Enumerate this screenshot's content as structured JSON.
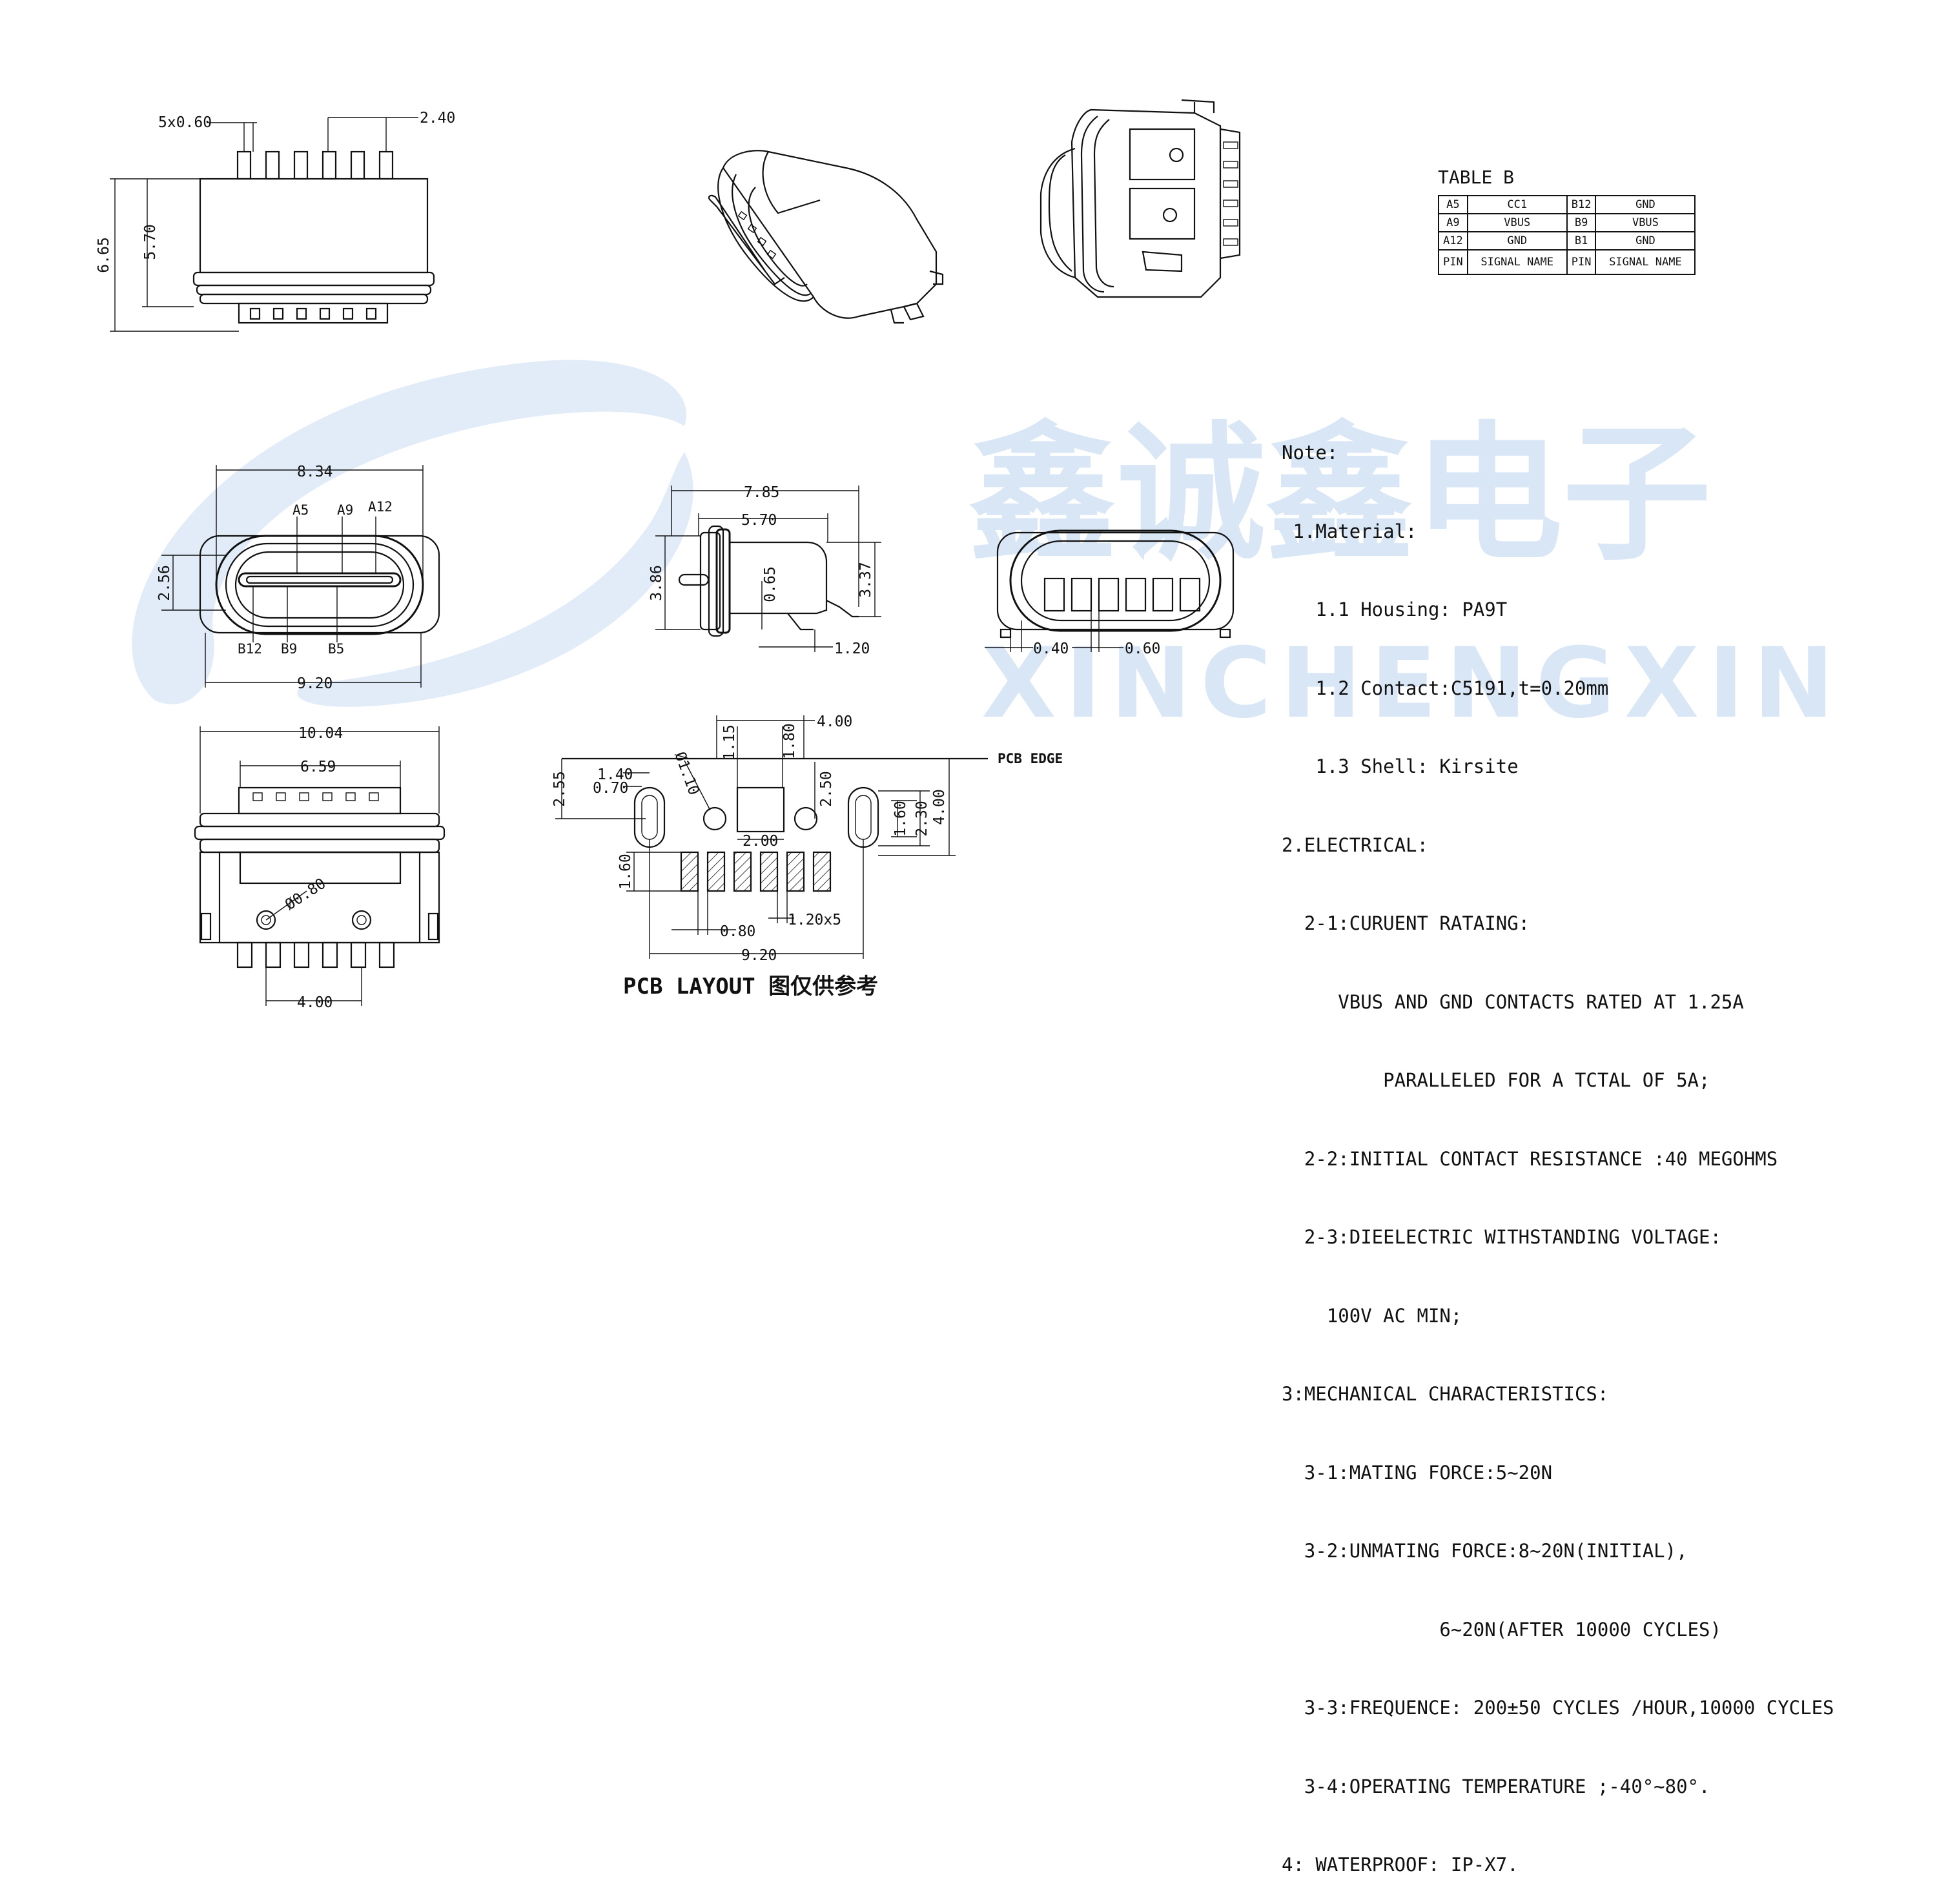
{
  "watermark": {
    "brand_cn": "鑫诚鑫电子",
    "brand_en": "XINCHENGXIN",
    "color": "#d8e6f6"
  },
  "top_view": {
    "dim_pins": "5x0.60",
    "dim_pitch": "2.40",
    "dim_h1": "6.65",
    "dim_h2": "5.70"
  },
  "front_view": {
    "dim_width": "8.34",
    "dim_height": "2.56",
    "dim_base": "9.20",
    "pin_a5": "A5",
    "pin_a9": "A9",
    "pin_a12": "A12",
    "pin_b12": "B12",
    "pin_b9": "B9",
    "pin_b5": "B5"
  },
  "bottom_view": {
    "dim_width": "10.04",
    "dim_inner": "6.59",
    "dim_hole": "Ø0.80",
    "dim_pitch": "4.00"
  },
  "side_view": {
    "dim_total": "7.85",
    "dim_body": "5.70",
    "dim_h1": "3.86",
    "dim_h2": "3.37",
    "dim_pin": "0.65",
    "dim_tail": "1.20"
  },
  "rear_view": {
    "dim_left": "0.40",
    "dim_right": "0.60"
  },
  "pcb_layout": {
    "pcb_edge": "PCB EDGE",
    "dim_400": "4.00",
    "dim_115": "1.15",
    "dim_180": "1.80",
    "dim_255": "2.55",
    "dim_140": "1.40",
    "dim_070": "0.70",
    "dim_110": "Ø1.10",
    "dim_250": "2.50",
    "dim_200": "2.00",
    "dim_160_left": "1.60",
    "dim_160_right": "1.60",
    "dim_230": "2.30",
    "dim_400_right": "4.00",
    "dim_080": "0.80",
    "dim_120x5": "1.20x5",
    "dim_920": "9.20",
    "caption": "PCB LAYOUT 图仅供参考"
  },
  "table_b": {
    "title": "TABLE B",
    "rows": [
      [
        "A5",
        "CC1",
        "B12",
        "GND"
      ],
      [
        "A9",
        "VBUS",
        "B9",
        "VBUS"
      ],
      [
        "A12",
        "GND",
        "B1",
        "GND"
      ],
      [
        "PIN",
        "SIGNAL NAME",
        "PIN",
        "SIGNAL NAME"
      ]
    ]
  },
  "notes": {
    "lines": [
      "Note:",
      " 1.Material:",
      "   1.1 Housing: PA9T",
      "   1.2 Contact:C5191,t=0.20mm",
      "   1.3 Shell: Kirsite",
      "2.ELECTRICAL:",
      "  2-1:CURUENT RATAING:",
      "     VBUS AND GND CONTACTS RATED AT 1.25A",
      "         PARALLELED FOR A TCTAL OF 5A;",
      "  2-2:INITIAL CONTACT RESISTANCE :40 MEGOHMS",
      "  2-3:DIEELECTRIC WITHSTANDING VOLTAGE:",
      "    100V AC MIN;",
      "3:MECHANICAL CHARACTERISTICS:",
      "  3-1:MATING FORCE:5~20N",
      "  3-2:UNMATING FORCE:8~20N(INITIAL),",
      "              6~20N(AFTER 10000 CYCLES)",
      "  3-3:FREQUENCE: 200±50 CYCLES /HOUR,10000 CYCLES",
      "  3-4:OPERATING TEMPERATURE ;-40°~80°.",
      "4: WATERPROOF: IP-X7."
    ]
  }
}
